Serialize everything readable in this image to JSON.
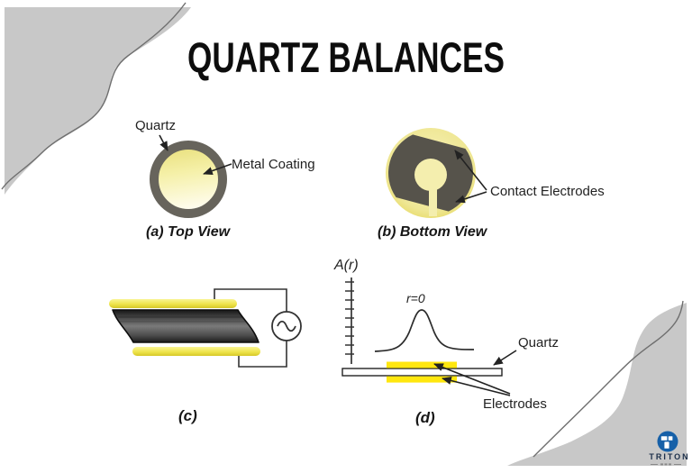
{
  "title": "QUARTZ BALANCES",
  "panel_a": {
    "label_quartz": "Quartz",
    "label_metal_coating": "Metal Coating",
    "caption": "(a) Top View"
  },
  "panel_b": {
    "label_contact_electrodes": "Contact Electrodes",
    "caption": "(b) Bottom View"
  },
  "panel_c": {
    "caption": "(c)"
  },
  "panel_d": {
    "axis_label": "A(r)",
    "peak_label": "r=0",
    "label_quartz": "Quartz",
    "label_electrodes": "Electrodes",
    "caption": "(d)"
  },
  "logo": {
    "text": "TRITON"
  },
  "colors": {
    "background": "#ffffff",
    "corner_blob_gray": "#c8c8c8",
    "curve_line_gray": "#6f6f6f",
    "ring_gray": "#67645c",
    "disc_gray": "#56534b",
    "pale_yellow": "#ece181",
    "bar_yellow": "#efe44c",
    "electrode_yellow": "#ffe70e",
    "logo_blue": "#1660a8",
    "text": "#1f1f1f"
  }
}
